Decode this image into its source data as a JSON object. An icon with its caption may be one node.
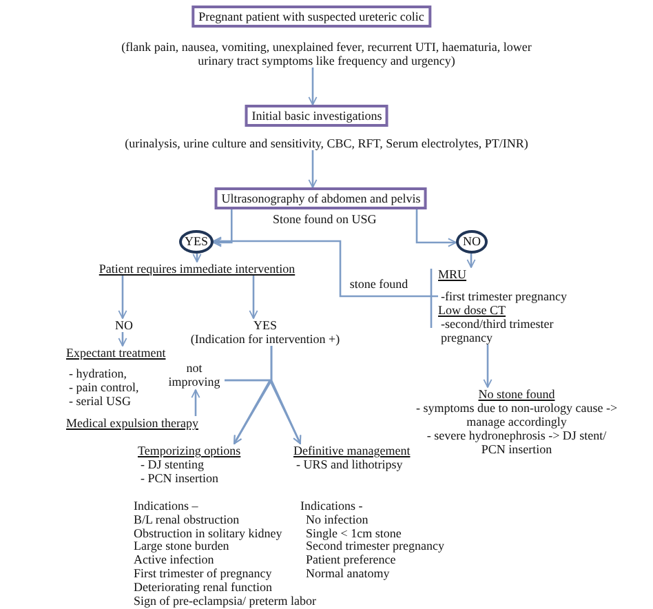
{
  "diagram": {
    "nodes": [
      {
        "text": [
          "Pregnant patient with suspected ureteric colic"
        ]
      },
      {
        "text": [
          "(flank pain, nausea, vomiting, unexplained fever, recurrent UTI, haematuria, lower urinary tract symptoms like frequency and urgency)"
        ]
      },
      {
        "text": [
          "Initial basic investigations"
        ]
      },
      {
        "text": [
          "(urinalysis, urine culture and sensitivity, CBC, RFT, Serum electrolytes, PT/INR)"
        ]
      },
      {
        "text": [
          "Ultrasonography of abdomen and pelvis"
        ]
      },
      {
        "text": [
          "YES"
        ]
      },
      {
        "text": [
          "NO"
        ]
      },
      {
        "text": [
          "Patient requires immediate intervention"
        ]
      },
      {
        "text": [
          "NO"
        ]
      },
      {
        "text": [
          "YES",
          "(Indication for intervention +)"
        ]
      },
      {
        "text": [
          "MRU",
          "-first trimester pregnancy",
          "Low dose CT",
          "-second/third trimester pregnancy"
        ]
      },
      {
        "text": [
          "Expectant treatment",
          "- hydration,",
          "- pain control,",
          "- serial USG"
        ]
      },
      {
        "text": [
          "Medical expulsion therapy"
        ]
      },
      {
        "text": [
          "Temporizing options",
          "- DJ stenting",
          "- PCN insertion"
        ]
      },
      {
        "text": [
          "Definitive management",
          "- URS and lithotripsy"
        ]
      },
      {
        "text": [
          "No stone found",
          "- symptoms due to non-urology cause -> manage accordingly",
          "- severe hydronephrosis -> DJ stent/ PCN insertion"
        ]
      }
    ],
    "edges": [
      {
        "from": 1,
        "to": 2,
        "arrow": "to"
      },
      {
        "from": 3,
        "to": 4,
        "arrow": "to"
      },
      {
        "from": 4,
        "to": 5,
        "arrow": "to"
      },
      {
        "from": 4,
        "to": 6,
        "arrow": "to"
      },
      {
        "from": 10,
        "to": 5,
        "arrow": "to",
        "label": "stone found"
      },
      {
        "from": 5,
        "to": 7,
        "arrow": "to"
      },
      {
        "from": 6,
        "to": 10,
        "arrow": "to"
      },
      {
        "from": 7,
        "to": 8,
        "arrow": "to"
      },
      {
        "from": 7,
        "to": 9,
        "arrow": "to"
      },
      {
        "from": 8,
        "to": 11,
        "arrow": "to"
      },
      {
        "from": 11,
        "to": 13,
        "arrow": "to",
        "label": "not improving"
      },
      {
        "from": 11,
        "to": 14,
        "arrow": "to"
      },
      {
        "from": 9,
        "to": 13,
        "arrow": "to"
      },
      {
        "from": 9,
        "to": 14,
        "arrow": "to"
      },
      {
        "from": 12,
        "to": null,
        "arrow": "to"
      },
      {
        "from": 10,
        "to": 15,
        "arrow": "to"
      }
    ],
    "labels": [
      "Stone found on USG",
      "Indications –",
      "B/L renal obstruction",
      "Obstruction in solitary kidney",
      "Large stone burden",
      "Active infection",
      "First trimester of pregnancy",
      "Deteriorating renal function",
      "Sign of pre-eclampsia/ preterm labor",
      "Indications -",
      "No infection",
      "Single < 1cm stone",
      "Second trimester pregnancy",
      "Patient preference",
      "Normal anatomy"
    ]
  }
}
